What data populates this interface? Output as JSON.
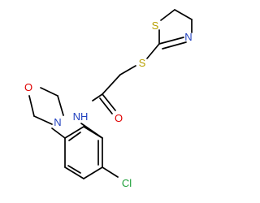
{
  "molecule": {
    "atoms": {
      "sulfur_ring": "S",
      "nitrogen_ring": "N",
      "sulfur_thioether": "S",
      "amide_nh": "NH",
      "carbonyl_oxygen": "O",
      "morpholine_oxygen": "O",
      "morpholine_nitrogen": "N",
      "chlorine": "Cl"
    },
    "colors": {
      "sulfur": "#b8a000",
      "nitrogen": "#1f3fbf",
      "oxygen": "#e00000",
      "chlorine": "#1fa03a",
      "bond": "#000000"
    }
  }
}
